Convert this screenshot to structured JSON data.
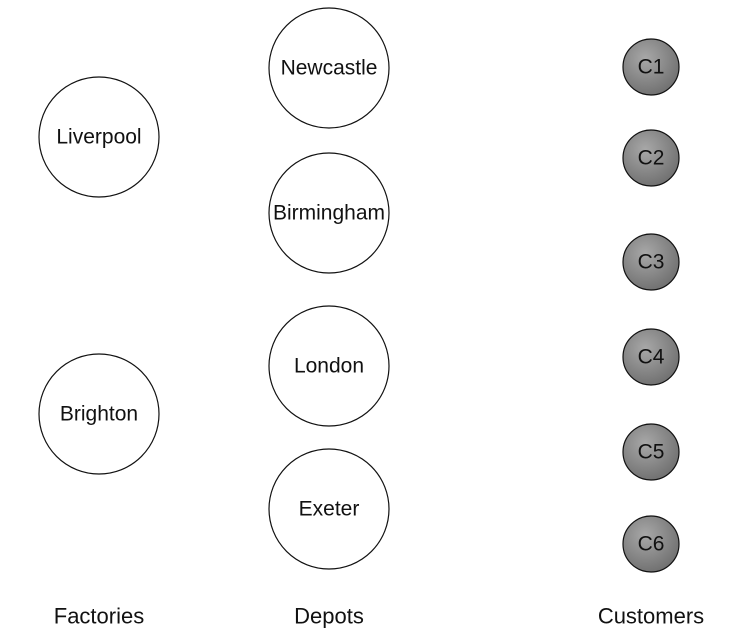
{
  "colors": {
    "node_fill": "#ffffff",
    "customer_fill_light": "#a8a8a8",
    "customer_fill_dark": "#6e6e6e",
    "stroke": "#111111"
  },
  "columns": {
    "factories": "Factories",
    "depots": "Depots",
    "customers": "Customers"
  },
  "factories": [
    {
      "label": "Liverpool"
    },
    {
      "label": "Brighton"
    }
  ],
  "depots": [
    {
      "label": "Newcastle"
    },
    {
      "label": "Birmingham"
    },
    {
      "label": "London"
    },
    {
      "label": "Exeter"
    }
  ],
  "customers": [
    {
      "label": "C1"
    },
    {
      "label": "C2"
    },
    {
      "label": "C3"
    },
    {
      "label": "C4"
    },
    {
      "label": "C5"
    },
    {
      "label": "C6"
    }
  ]
}
